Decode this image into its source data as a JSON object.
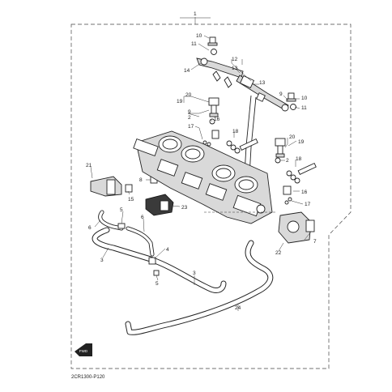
{
  "diagram": {
    "reference_code": "2CR1300-P120",
    "fwd_label": "FWD",
    "callouts": [
      {
        "id": "c1",
        "text": "1"
      },
      {
        "id": "c10a",
        "text": "10"
      },
      {
        "id": "c11a",
        "text": "11"
      },
      {
        "id": "c12",
        "text": "12"
      },
      {
        "id": "c13a",
        "text": "13"
      },
      {
        "id": "c13b",
        "text": "13"
      },
      {
        "id": "c14",
        "text": "14"
      },
      {
        "id": "c20a",
        "text": "20"
      },
      {
        "id": "c19a",
        "text": "19"
      },
      {
        "id": "c9a",
        "text": "9"
      },
      {
        "id": "c2a",
        "text": "2"
      },
      {
        "id": "c16a",
        "text": "16"
      },
      {
        "id": "c17a",
        "text": "17"
      },
      {
        "id": "c10b",
        "text": "10"
      },
      {
        "id": "c9b",
        "text": "9"
      },
      {
        "id": "c11b",
        "text": "11"
      },
      {
        "id": "c18a",
        "text": "18"
      },
      {
        "id": "c20b",
        "text": "20"
      },
      {
        "id": "c19b",
        "text": "19"
      },
      {
        "id": "c2b",
        "text": "2"
      },
      {
        "id": "c18b",
        "text": "18"
      },
      {
        "id": "c16b",
        "text": "16"
      },
      {
        "id": "c17b",
        "text": "17"
      },
      {
        "id": "c21",
        "text": "21"
      },
      {
        "id": "c8",
        "text": "8"
      },
      {
        "id": "c15",
        "text": "15"
      },
      {
        "id": "c23",
        "text": "23"
      },
      {
        "id": "c5a",
        "text": "5"
      },
      {
        "id": "c6a",
        "text": "6"
      },
      {
        "id": "c6b",
        "text": "6"
      },
      {
        "id": "c4",
        "text": "4"
      },
      {
        "id": "c3a",
        "text": "3"
      },
      {
        "id": "c5b",
        "text": "5"
      },
      {
        "id": "c3b",
        "text": "3"
      },
      {
        "id": "c7",
        "text": "7"
      },
      {
        "id": "c22",
        "text": "22"
      },
      {
        "id": "c24",
        "text": "24"
      }
    ]
  }
}
